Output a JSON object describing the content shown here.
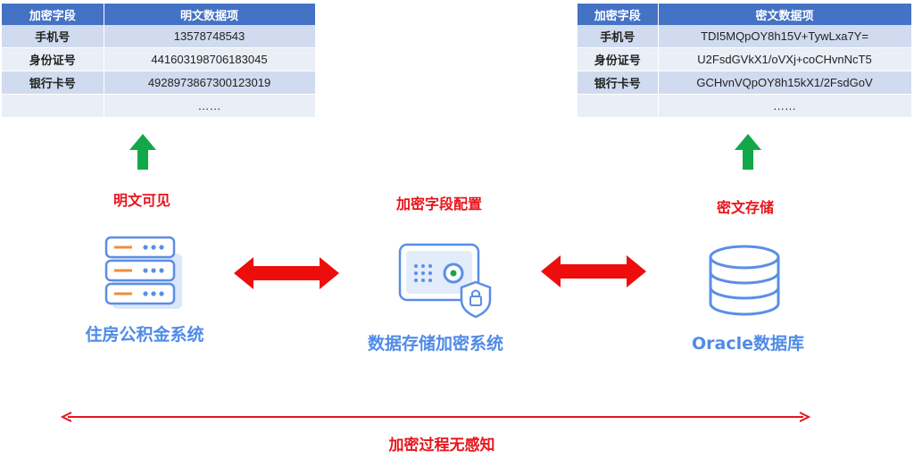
{
  "plain_table": {
    "headers": [
      "加密字段",
      "明文数据项"
    ],
    "rows": [
      [
        "手机号",
        "13578748543"
      ],
      [
        "身份证号",
        "441603198706183045"
      ],
      [
        "银行卡号",
        "4928973867300123019"
      ],
      [
        "",
        "……"
      ]
    ]
  },
  "cipher_table": {
    "headers": [
      "加密字段",
      "密文数据项"
    ],
    "rows": [
      [
        "手机号",
        "TDI5MQpOY8h15V+TywLxa7Y="
      ],
      [
        "身份证号",
        "U2FsdGVkX1/oVXj+coCHvnNcT5"
      ],
      [
        "银行卡号",
        "GCHvnVQpOY8h15kX1/2FsdGoV"
      ],
      [
        "",
        "……"
      ]
    ]
  },
  "labels": {
    "plaintext_visible": "明文可见",
    "config": "加密字段配置",
    "ciphertext_storage": "密文存储",
    "housing_system": "住房公积金系统",
    "encryption_system": "数据存储加密系统",
    "oracle_db": "Oracle数据库",
    "transparent": "加密过程无感知"
  },
  "colors": {
    "header_blue": "#4472C4",
    "row_dark": "#D0DBEF",
    "row_light": "#E9EEF7",
    "label_red": "#E8141C",
    "label_blue": "#4F8BE8",
    "arrow_green": "#12A84A",
    "icon_blue": "#5B8EE6"
  },
  "icons": [
    "server-icon",
    "safe-lock-icon",
    "database-icon",
    "up-arrow-icon",
    "double-arrow-icon"
  ]
}
